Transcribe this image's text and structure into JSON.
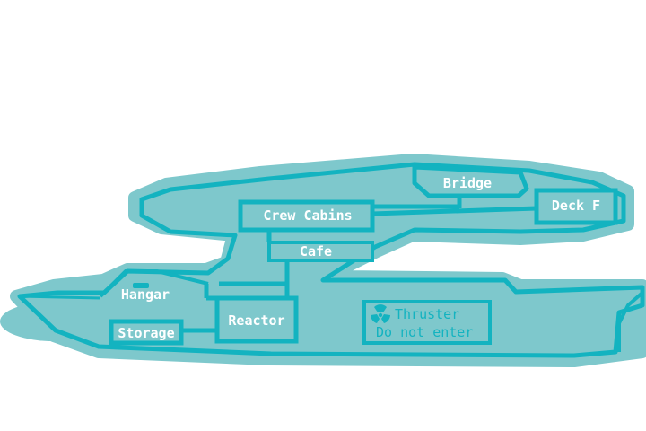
{
  "map": {
    "rooms": {
      "bridge": "Bridge",
      "deck_f": "Deck F",
      "crew_cabins": "Crew Cabins",
      "cafe": "Cafe",
      "hangar": "Hangar",
      "reactor": "Reactor",
      "storage": "Storage",
      "thruster": "Thruster",
      "thruster_warning": "Do not enter"
    },
    "icons": {
      "thruster": "radiation-icon"
    },
    "colors": {
      "hull_fill": "#7ec8cc",
      "hull_shadow": "#6fc0c6",
      "hull_stroke": "#13b3c0",
      "label_text": "#ffffff"
    }
  }
}
